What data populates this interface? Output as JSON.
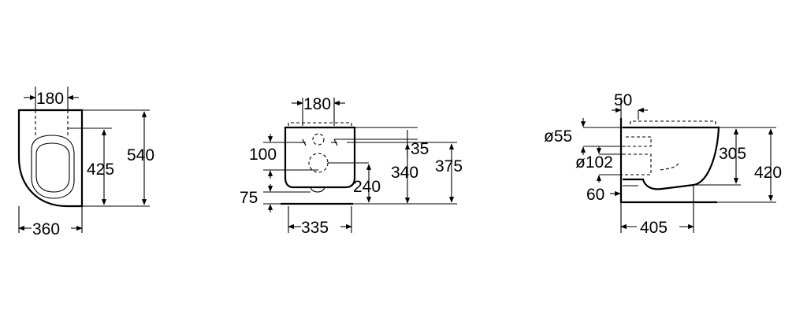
{
  "front_view": {
    "dims": {
      "bolt_spacing": "180",
      "bolt_to_front": "425",
      "overall_length": "540",
      "overall_width": "360"
    }
  },
  "rear_view": {
    "dims": {
      "bolt_spacing": "180",
      "left_bolt_height": "100",
      "left_outlet_height": "75",
      "right_35": "35",
      "right_240": "240",
      "right_340": "340",
      "right_375": "375",
      "bottom_width": "335"
    }
  },
  "side_view": {
    "dims": {
      "top_offset": "50",
      "inlet_diameter": "ø55",
      "outlet_diameter": "ø102",
      "bottom_offset": "60",
      "height_305": "305",
      "height_420": "420",
      "length": "405"
    }
  },
  "colors": {
    "line": "#000000",
    "background": "#ffffff"
  }
}
